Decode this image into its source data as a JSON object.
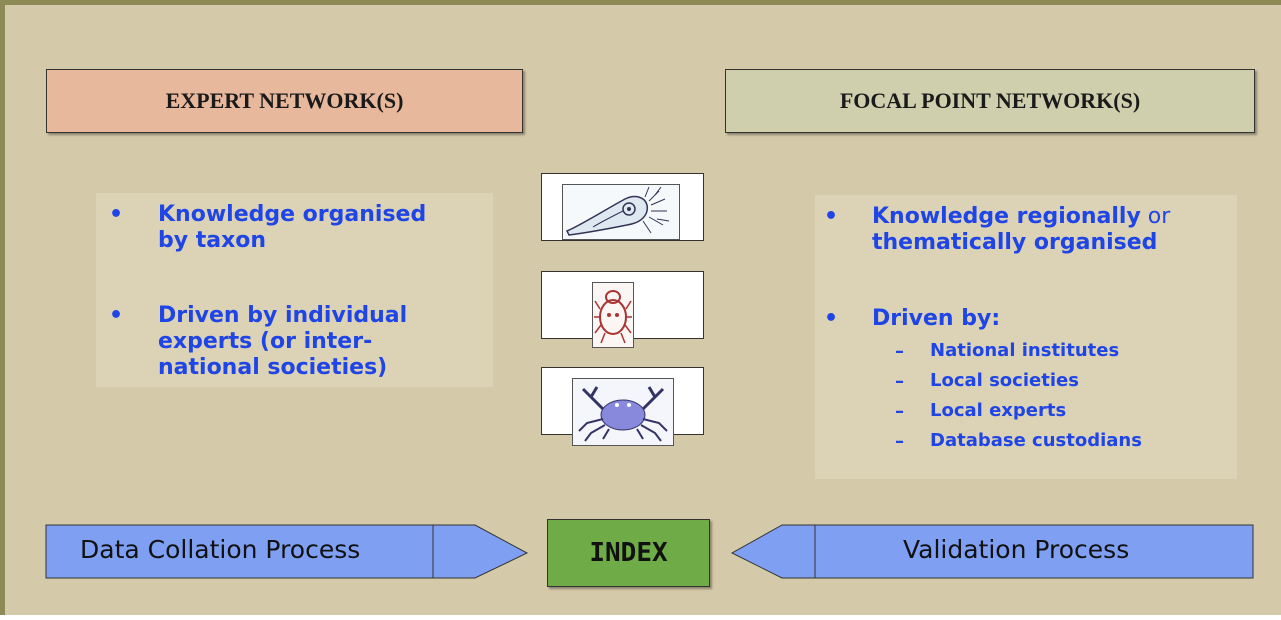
{
  "headers": {
    "left": "EXPERT NETWORK(S)",
    "right": "FOCAL POINT NETWORK(S)"
  },
  "left_panel": {
    "bullet_symbol": "•",
    "bullets": [
      {
        "lines": [
          "Knowledge organised",
          "by taxon"
        ]
      },
      {
        "lines": [
          "Driven by individual",
          "experts (or inter-",
          "national societies)"
        ]
      }
    ]
  },
  "right_panel": {
    "bullet_symbol": "•",
    "bullet1": {
      "line1_bold": "Knowledge regionally",
      "line1_normal": " or",
      "line2": "thematically organised"
    },
    "bullet2": {
      "label": "Driven by:"
    },
    "dash_symbol": "–",
    "sub_items": [
      "National institutes",
      "Local societies",
      "Local experts",
      "Database custodians"
    ]
  },
  "images": [
    {
      "icon": "protozoan-drawing"
    },
    {
      "icon": "mite-drawing"
    },
    {
      "icon": "crab-drawing"
    }
  ],
  "flow": {
    "left_label": "Data Collation Process",
    "center_label": "INDEX",
    "right_label": "Validation Process",
    "arrow_fill": "#7f9ff2",
    "index_fill": "#6fac47"
  }
}
